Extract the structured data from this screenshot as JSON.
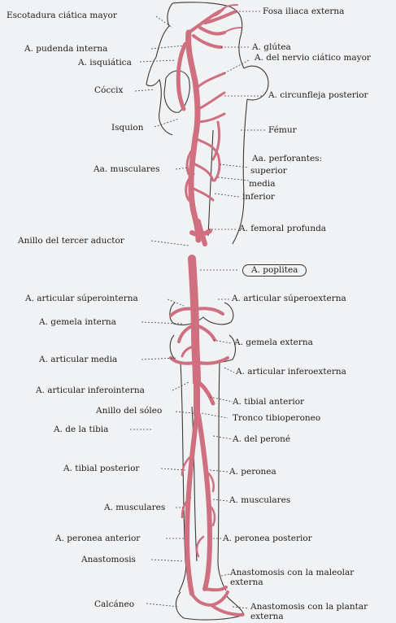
{
  "labels": {
    "escotadura": "Escotadura ciática mayor",
    "fosa_iliaca": "Fosa iliaca externa",
    "pudenda": "A. pudenda interna",
    "glutea": "A. glútea",
    "isquiatica": "A. isquiática",
    "nervio_ciatico": "A. del nervio ciático mayor",
    "coccix": "Cóccix",
    "circunfleja": "A. circunfleja posterior",
    "isquion": "Isquion",
    "femur": "Fémur",
    "perforantes": "Aa. perforantes:",
    "superior": "superior",
    "media": "media",
    "inferior": "inferior",
    "musculares_sup": "Aa. musculares",
    "femoral_profunda": "A. femoral profunda",
    "anillo_aductor": "Anillo del tercer aductor",
    "poplitea": "A. poplitea",
    "art_superointerna": "A. articular súperointerna",
    "art_superoexterna": "A. articular súperoexterna",
    "gemela_interna": "A. gemela interna",
    "gemela_externa": "A. gemela externa",
    "art_media": "A. articular media",
    "art_inferoexterna": "A. articular inferoexterna",
    "art_inferointerna": "A. articular inferointerna",
    "tibial_anterior": "A. tibial anterior",
    "anillo_soleo": "Anillo del sóleo",
    "tronco": "Tronco tibioperoneo",
    "tibia": "A. de la tibia",
    "del_perone": "A. del peroné",
    "tibial_posterior": "A. tibial posterior",
    "peronea": "A. peronea",
    "musculares_inf_izq": "A. musculares",
    "musculares_inf_der": "A. musculares",
    "peronea_anterior": "A. peronea anterior",
    "peronea_posterior": "A. peronea posterior",
    "anastomosis": "Anastomosis",
    "anast_maleolar_1": "Anastomosis con la maleolar",
    "anast_maleolar_2": "externa",
    "calcaneo": "Calcáneo",
    "anast_plantar_1": "Anastomosis con la plantar",
    "anast_plantar_2": "externa"
  },
  "colors": {
    "artery": "#cf6f80",
    "artery_dark": "#a9485c",
    "bone": "#3a3a3a",
    "leader": "#444444",
    "background": "#f1f2f4"
  }
}
